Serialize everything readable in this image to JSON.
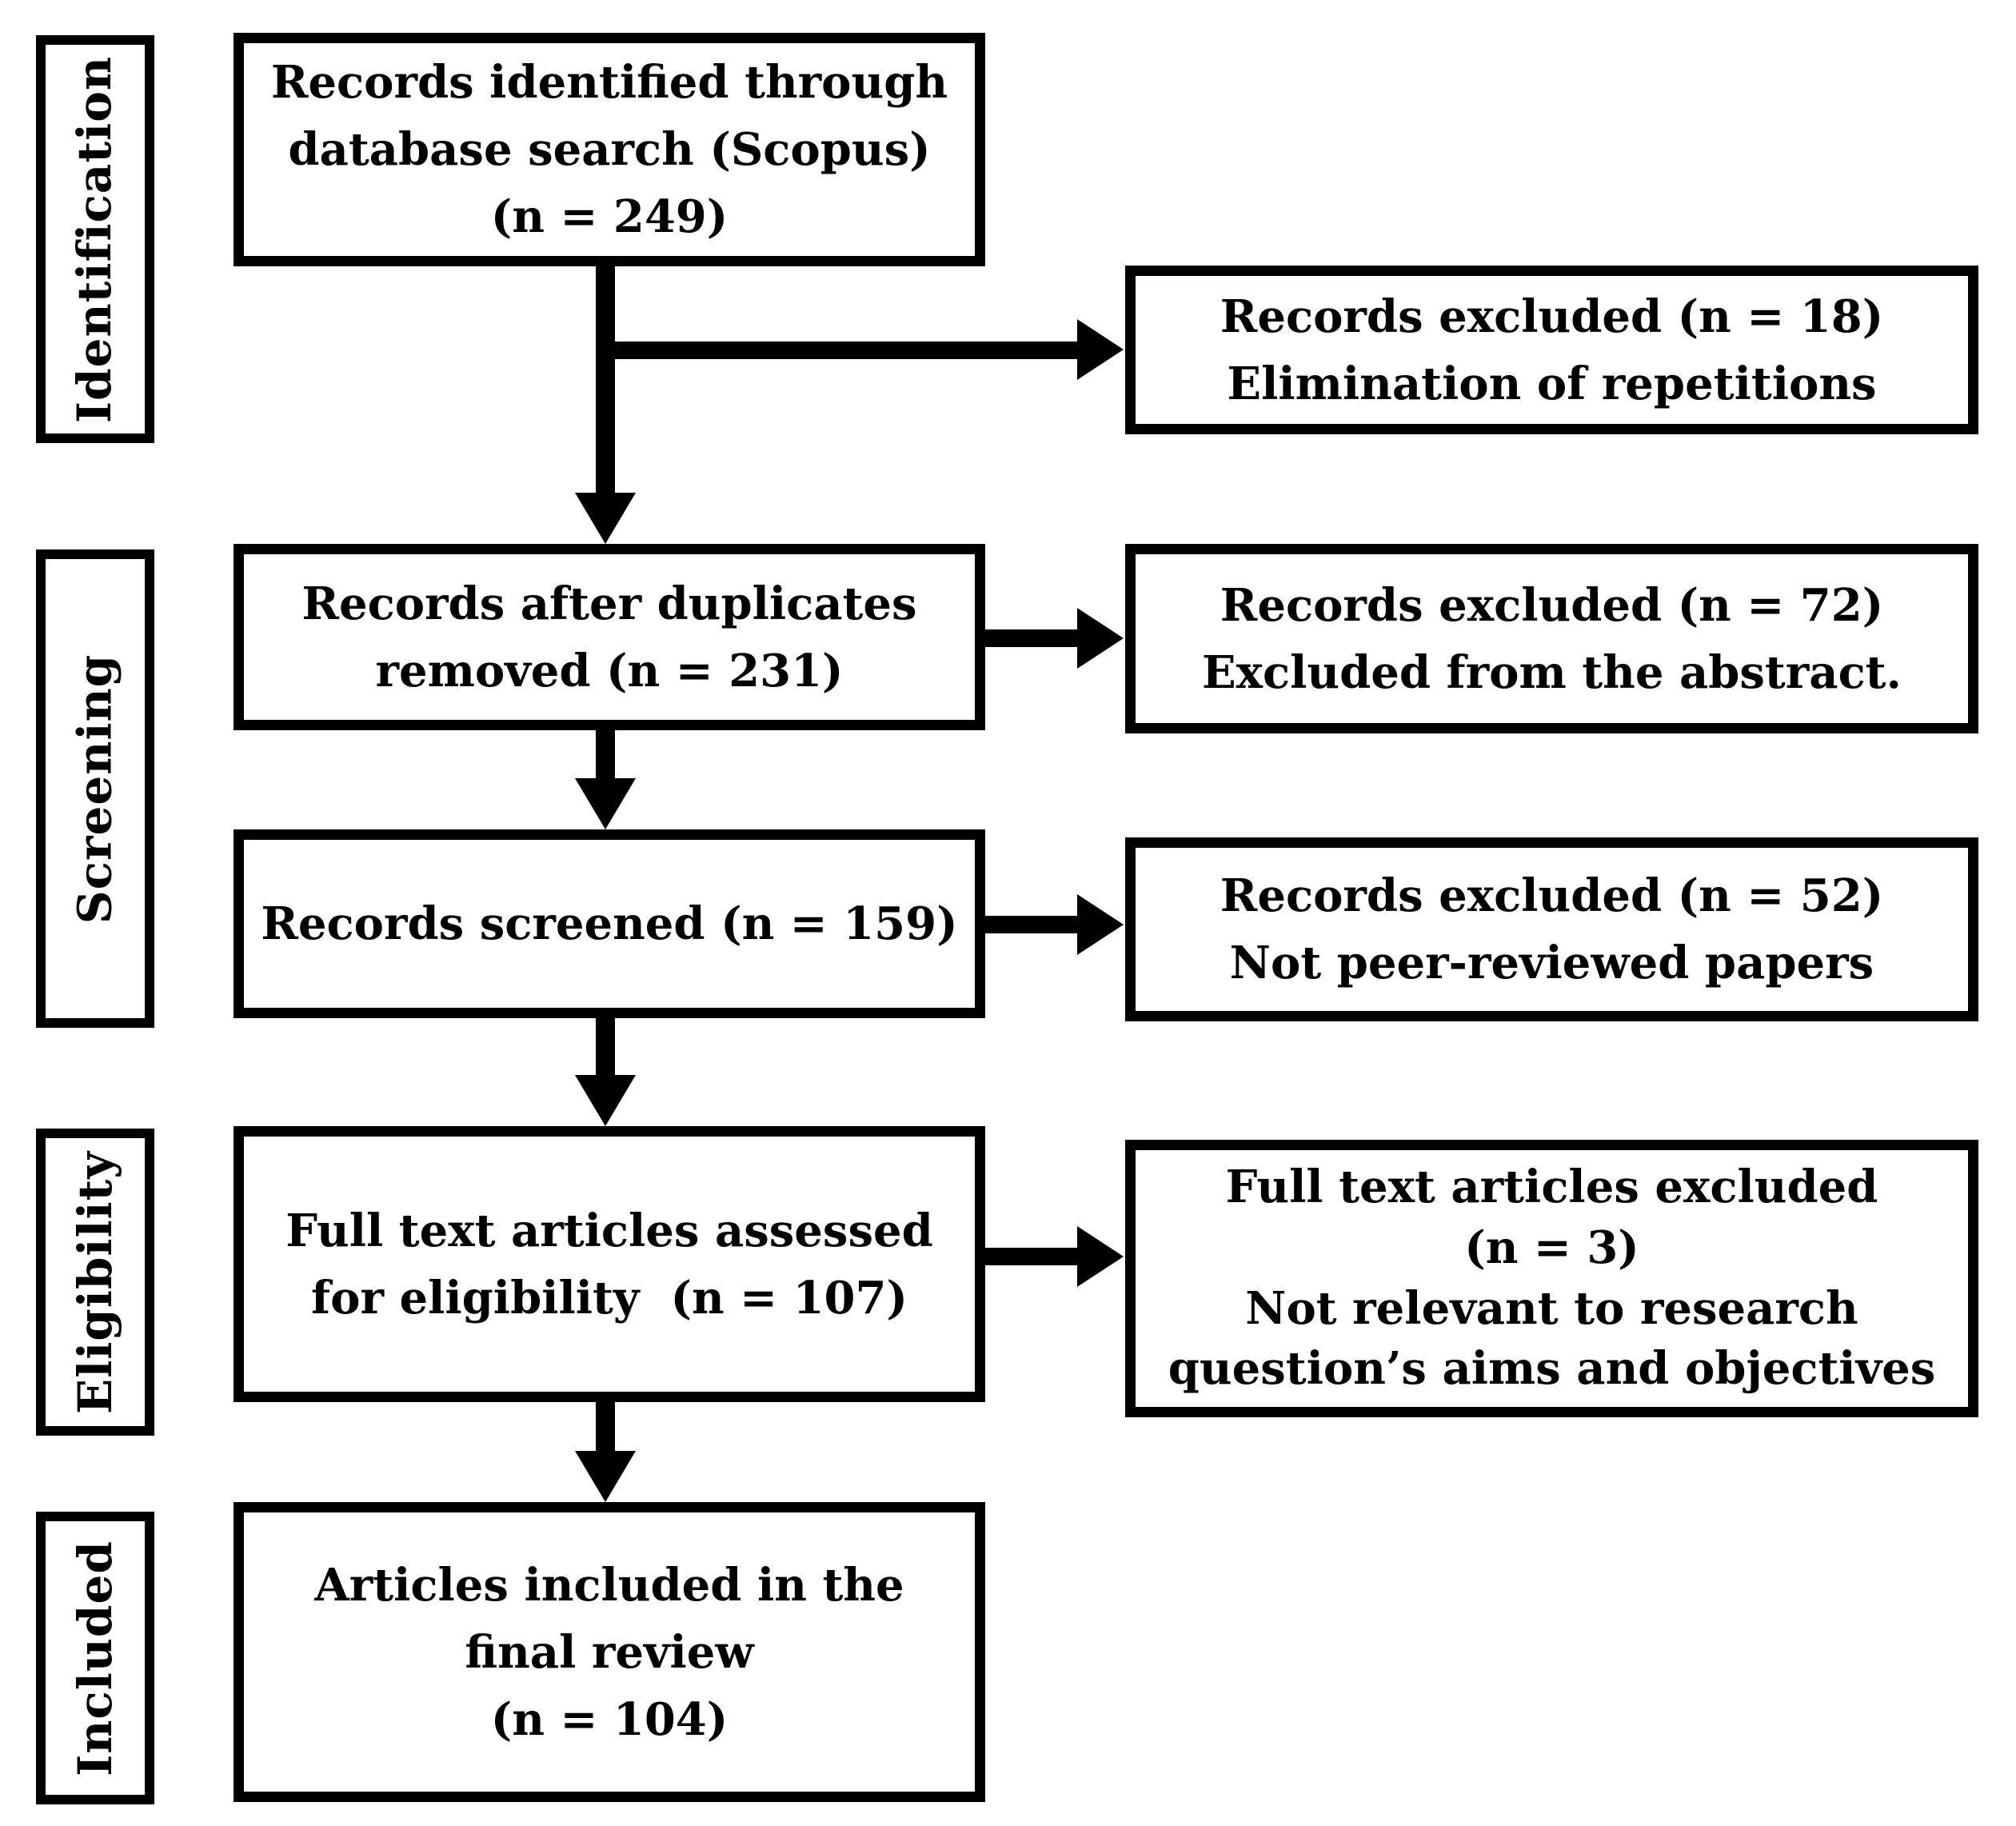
{
  "colors": {
    "ink": "#000000",
    "paper": "#ffffff"
  },
  "stages": [
    {
      "label": "Identification"
    },
    {
      "label": "Screening"
    },
    {
      "label": "Eligibility"
    },
    {
      "label": "Included"
    }
  ],
  "flow_boxes": [
    {
      "lines": [
        "Records identified through",
        "database search (Scopus)",
        "(n = 249)"
      ]
    },
    {
      "lines": [
        "Records after duplicates",
        "removed (n = 231)"
      ]
    },
    {
      "lines": [
        "Records screened (n = 159)"
      ]
    },
    {
      "lines": [
        "Full text articles assessed",
        "for eligibility  (n = 107)"
      ]
    },
    {
      "lines": [
        "Articles included in the",
        "final review",
        "(n = 104)"
      ]
    }
  ],
  "exclusion_boxes": [
    {
      "lines": [
        "Records excluded (n = 18)",
        "Elimination of repetitions"
      ]
    },
    {
      "lines": [
        "Records excluded (n = 72)",
        "Excluded from the abstract."
      ]
    },
    {
      "lines": [
        "Records excluded (n = 52)",
        "Not peer-reviewed papers"
      ]
    },
    {
      "lines": [
        "Full text articles excluded",
        "(n = 3)",
        "Not relevant to research",
        "question’s aims and objectives"
      ]
    }
  ]
}
